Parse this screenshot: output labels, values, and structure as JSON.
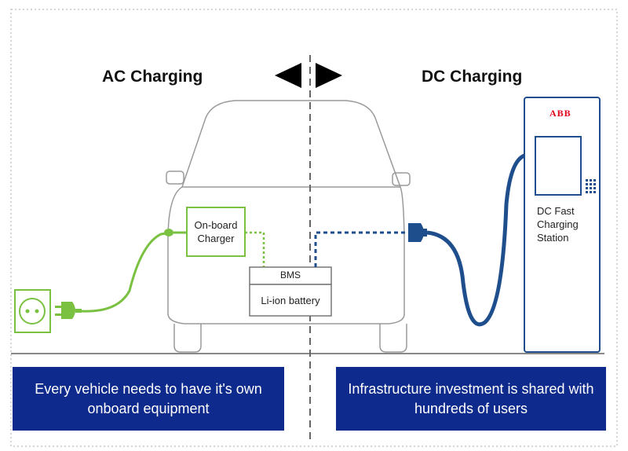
{
  "headings": {
    "ac": "AC Charging",
    "dc": "DC Charging"
  },
  "car": {
    "onboard_charger_line1": "On-board",
    "onboard_charger_line2": "Charger",
    "bms": "BMS",
    "battery": "Li-ion battery"
  },
  "station": {
    "brand": "ABB",
    "label_line1": "DC Fast",
    "label_line2": "Charging",
    "label_line3": "Station"
  },
  "callouts": {
    "left_line1": "Every vehicle needs to have it's own",
    "left_line2": "onboard equipment",
    "right_line1": "Infrastructure investment is shared with",
    "right_line2": "hundreds of users"
  },
  "colors": {
    "ac_green": "#7ac142",
    "dc_blue": "#1f4e8c",
    "callout_bg": "#0e2a8c",
    "brand_red": "#e2001a"
  },
  "icons": {
    "arrows": [
      "arrow-left-icon",
      "arrow-right-icon"
    ],
    "socket": "wall-socket-icon",
    "plug": "ac-plug-icon",
    "connector": "dc-connector-icon"
  }
}
